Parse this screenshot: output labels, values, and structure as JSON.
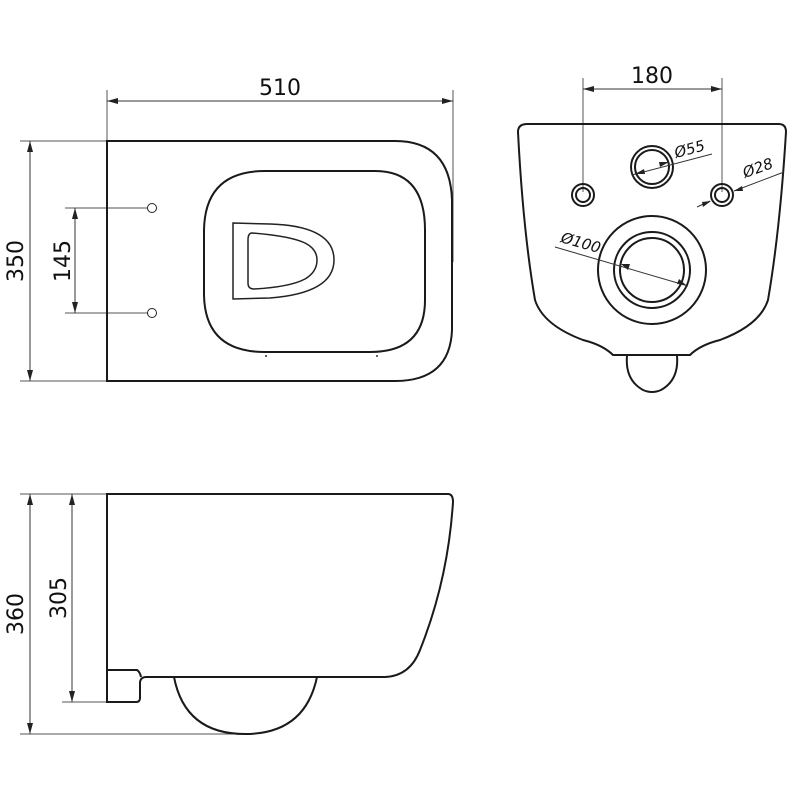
{
  "drawing": {
    "subject": "Wall-hung toilet technical drawing",
    "units": "mm",
    "stroke_color": "#1a1a1a",
    "background": "#ffffff"
  },
  "top_view": {
    "dimensions": {
      "length": "510",
      "width": "350",
      "fixing_hole_spacing": "145"
    }
  },
  "rear_view": {
    "dimensions": {
      "fixing_bolt_spacing": "180",
      "water_inlet_diameter": "Ø55",
      "fixing_hole_diameter": "Ø28",
      "waste_outlet_diameter": "Ø100"
    }
  },
  "side_view": {
    "dimensions": {
      "total_height": "360",
      "body_height": "305"
    }
  }
}
